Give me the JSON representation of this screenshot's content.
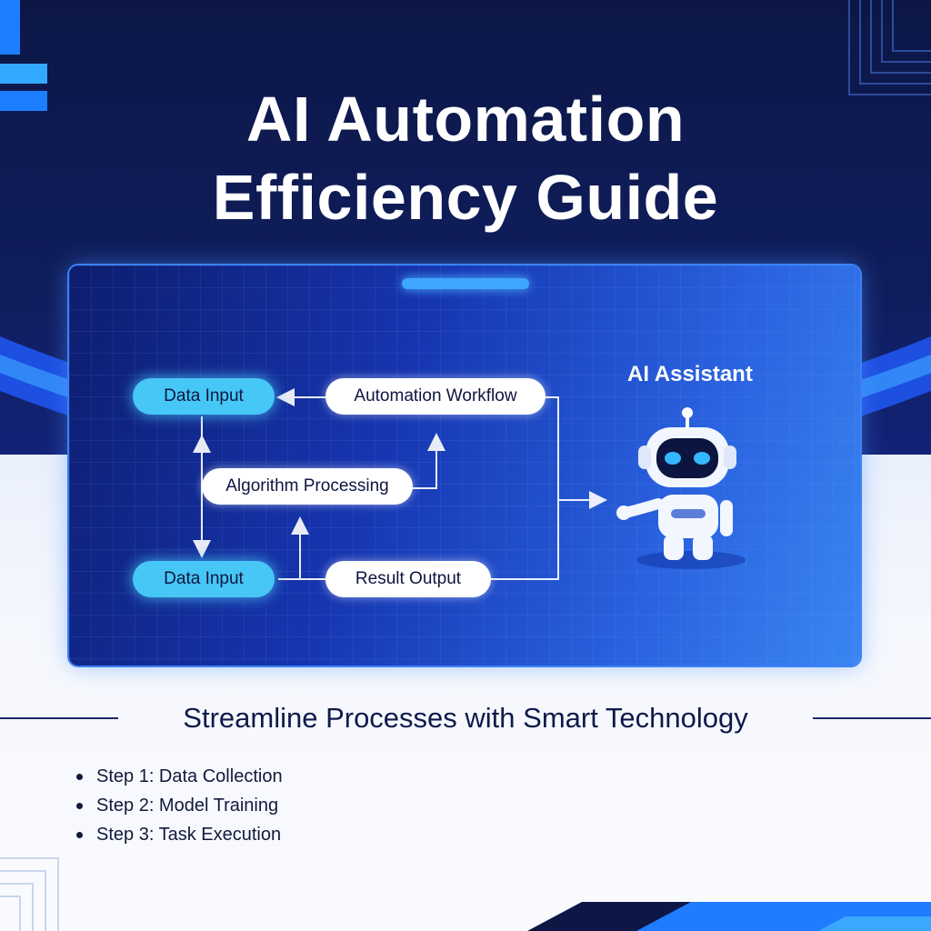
{
  "title": {
    "line1": "AI Automation",
    "line2": "Efficiency Guide"
  },
  "diagram": {
    "nodes": {
      "data_input_top": "Data Input",
      "automation_workflow": "Automation Workflow",
      "algorithm_processing": "Algorithm Processing",
      "data_input_bottom": "Data Input",
      "result_output": "Result Output"
    },
    "assistant_label": "AI Assistant"
  },
  "subtitle": "Streamline Processes with Smart Technology",
  "steps": [
    "Step 1: Data Collection",
    "Step 2: Model Training",
    "Step 3: Task Execution"
  ],
  "colors": {
    "navy": "#0c1746",
    "panel_blue": "#1635b0",
    "accent_blue": "#3b82f6",
    "cyan": "#46c7f5",
    "white": "#ffffff"
  }
}
